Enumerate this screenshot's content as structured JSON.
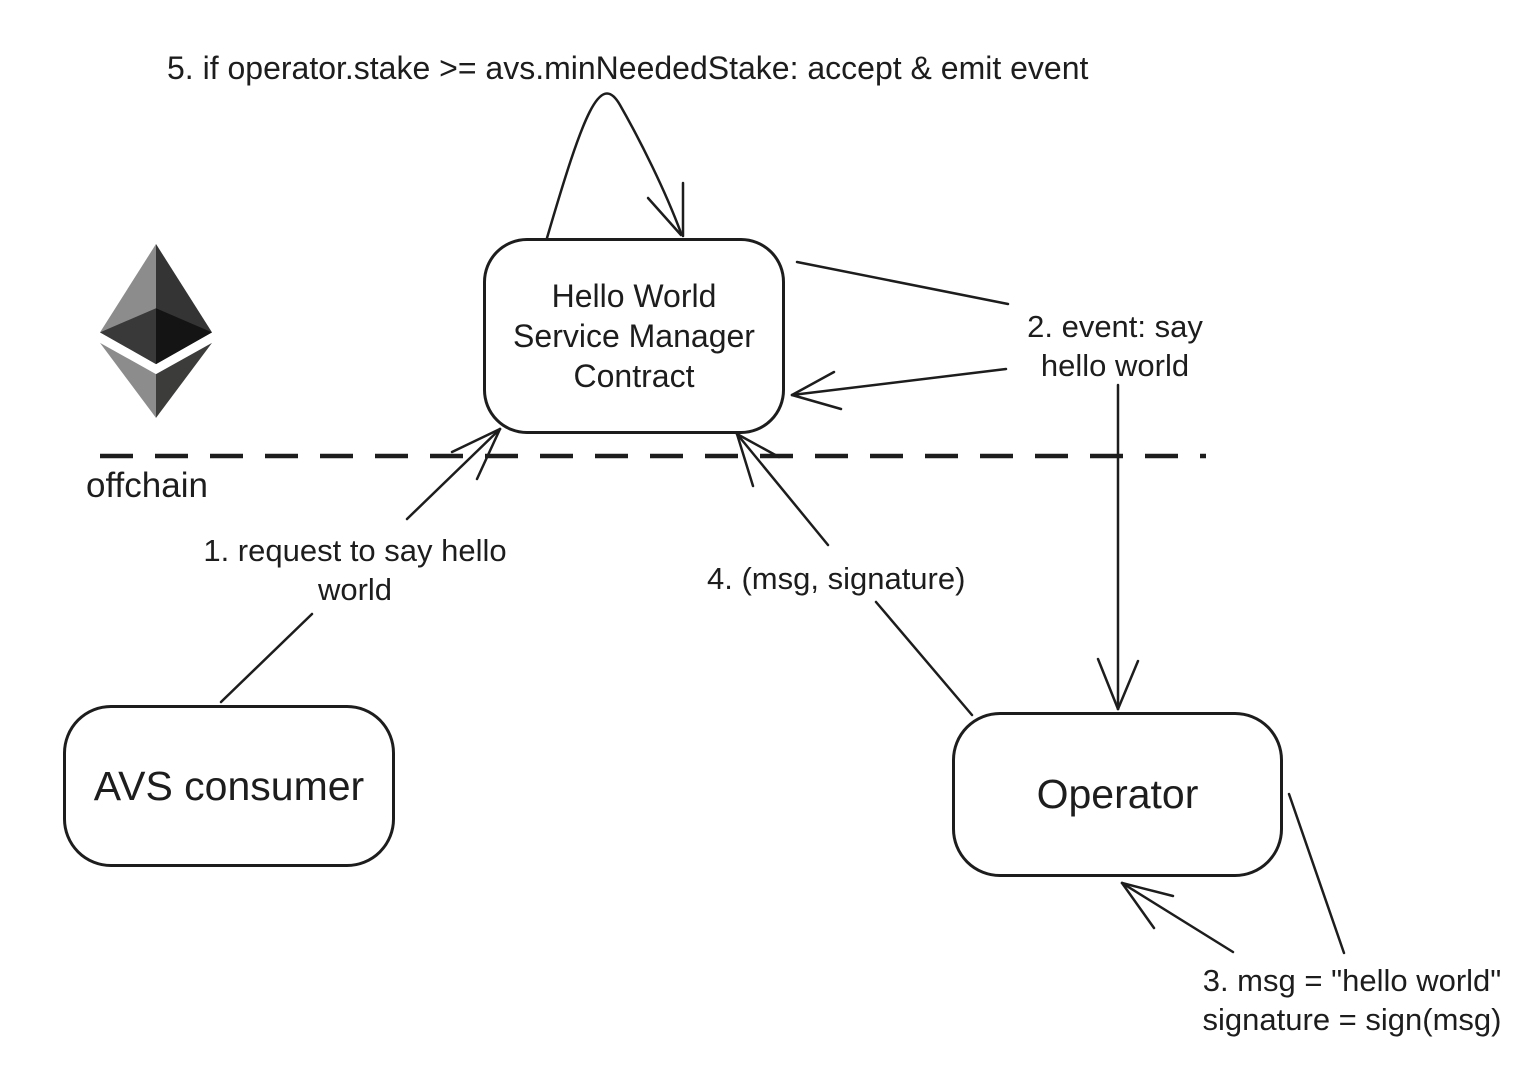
{
  "colors": {
    "ink": "#1d1d1d",
    "background": "#ffffff"
  },
  "ethereum_logo": {
    "top_right": "#343434",
    "top_left": "#8C8C8C",
    "belt_right": "#141414",
    "belt_left": "#393939",
    "bottom_right": "#3C3C3B",
    "bottom_left": "#8C8C8C"
  },
  "labels": {
    "step5": "5. if operator.stake >= avs.minNeededStake: accept & emit event",
    "step1": "1. request to say hello\nworld",
    "step2": "2. event: say\nhello world",
    "step3": "3. msg = \"hello world\"\nsignature = sign(msg)",
    "step4": "4. (msg, signature)",
    "offchain": "offchain"
  },
  "nodes": {
    "service_manager": {
      "label": "Hello World\nService Manager\nContract"
    },
    "avs_consumer": {
      "label": "AVS consumer"
    },
    "operator": {
      "label": "Operator"
    }
  }
}
